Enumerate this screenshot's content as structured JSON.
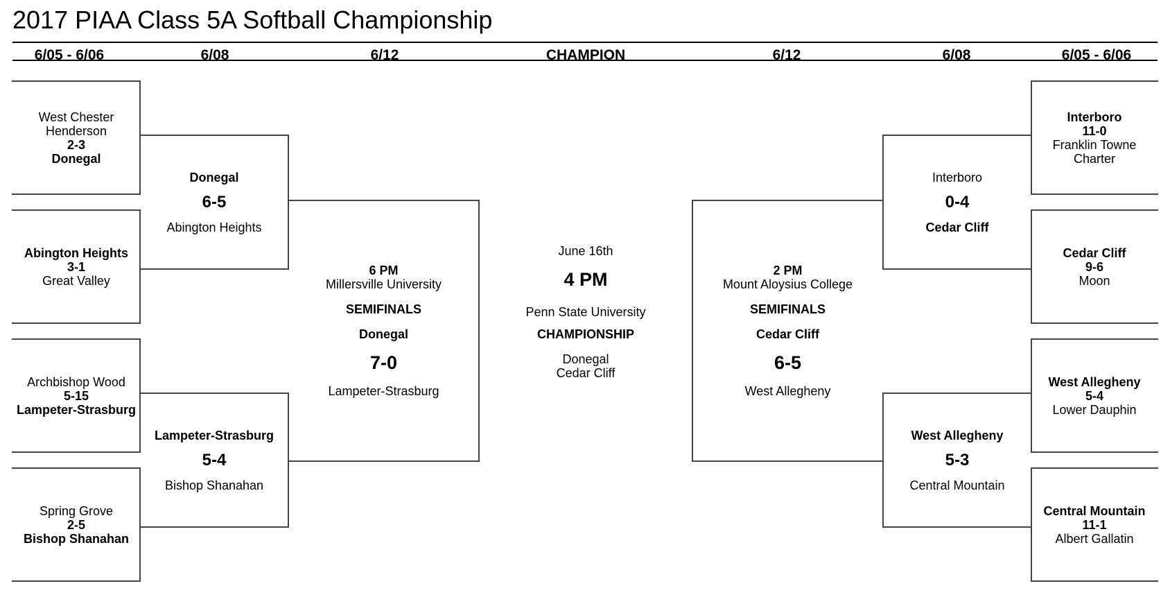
{
  "title": "2017 PIAA Class 5A Softball Championship",
  "headers": {
    "r1_left": "6/05 - 6/06",
    "r2_left": "6/08",
    "r3_left": "6/12",
    "champ": "CHAMPION",
    "r3_right": "6/12",
    "r2_right": "6/08",
    "r1_right": "6/05 - 6/06"
  },
  "first_round": {
    "left": [
      {
        "top": "West Chester Henderson",
        "score": "2-3",
        "bottom": "Donegal",
        "winner": "bottom"
      },
      {
        "top": "Abington Heights",
        "score": "3-1",
        "bottom": "Great Valley",
        "winner": "top"
      },
      {
        "top": "Archbishop Wood",
        "score": "5-15",
        "bottom": "Lampeter-Strasburg",
        "winner": "bottom"
      },
      {
        "top": "Spring Grove",
        "score": "2-5",
        "bottom": "Bishop Shanahan",
        "winner": "bottom"
      }
    ],
    "right": [
      {
        "top": "Interboro",
        "score": "11-0",
        "bottom": "Franklin Towne Charter",
        "winner": "top"
      },
      {
        "top": "Cedar Cliff",
        "score": "9-6",
        "bottom": "Moon",
        "winner": "top"
      },
      {
        "top": "West Allegheny",
        "score": "5-4",
        "bottom": "Lower Dauphin",
        "winner": "top"
      },
      {
        "top": "Central Mountain",
        "score": "11-1",
        "bottom": "Albert Gallatin",
        "winner": "top"
      }
    ]
  },
  "quarterfinals": {
    "left": [
      {
        "top": "Donegal",
        "score": "6-5",
        "bottom": "Abington Heights",
        "winner": "top"
      },
      {
        "top": "Lampeter-Strasburg",
        "score": "5-4",
        "bottom": "Bishop Shanahan",
        "winner": "top"
      }
    ],
    "right": [
      {
        "top": "Interboro",
        "score": "0-4",
        "bottom": "Cedar Cliff",
        "winner": "bottom"
      },
      {
        "top": "West Allegheny",
        "score": "5-3",
        "bottom": "Central Mountain",
        "winner": "top"
      }
    ]
  },
  "semifinals": {
    "left": {
      "time": "6 PM",
      "venue": "Millersville University",
      "label": "SEMIFINALS",
      "top": "Donegal",
      "score": "7-0",
      "bottom": "Lampeter-Strasburg"
    },
    "right": {
      "time": "2 PM",
      "venue": "Mount Aloysius College",
      "label": "SEMIFINALS",
      "top": "Cedar Cliff",
      "score": "6-5",
      "bottom": "West Allegheny"
    }
  },
  "championship": {
    "date": "June 16th",
    "time": "4 PM",
    "venue": "Penn State University",
    "label": "CHAMPIONSHIP",
    "team1": "Donegal",
    "team2": "Cedar Cliff"
  }
}
